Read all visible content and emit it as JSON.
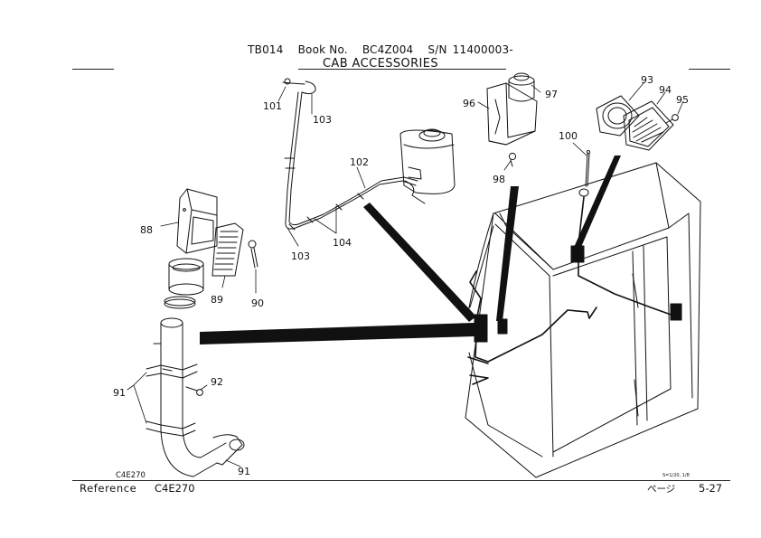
{
  "header": {
    "model": "TB014",
    "book_label": "Book No.",
    "book_no": "BC4Z004",
    "sn_label": "S/N",
    "sn": "11400003-",
    "title": "CAB ACCESSORIES"
  },
  "callouts": [
    "101",
    "103",
    "102",
    "104",
    "103",
    "96",
    "97",
    "98",
    "100",
    "93",
    "94",
    "95",
    "88",
    "89",
    "90",
    "91",
    "92",
    "91"
  ],
  "footer": {
    "small_code": "C4E270",
    "reference_label": "Reference",
    "reference_code": "C4E270",
    "scale_note": "S=1/20, 1/8",
    "page_label": "ページ",
    "page_no": "5-27"
  }
}
